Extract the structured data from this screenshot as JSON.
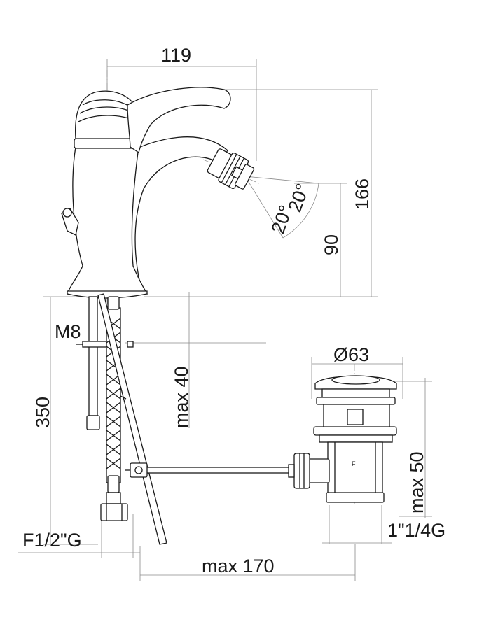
{
  "drawing": {
    "dimensions": {
      "width_top": "119",
      "height_total": "166",
      "height_spout": "90",
      "angle_left": "20°",
      "angle_right": "20°",
      "thread_m8": "M8",
      "hose_length": "350",
      "deck_max": "max 40",
      "waste_diameter": "Ø63",
      "waste_max": "max 50",
      "waste_thread": "1\"1/4G",
      "hose_thread": "F1/2\"G",
      "rod_max": "max 170"
    },
    "line_color": "#1a1a1a",
    "dimension_line_color": "#8a8a8a"
  }
}
